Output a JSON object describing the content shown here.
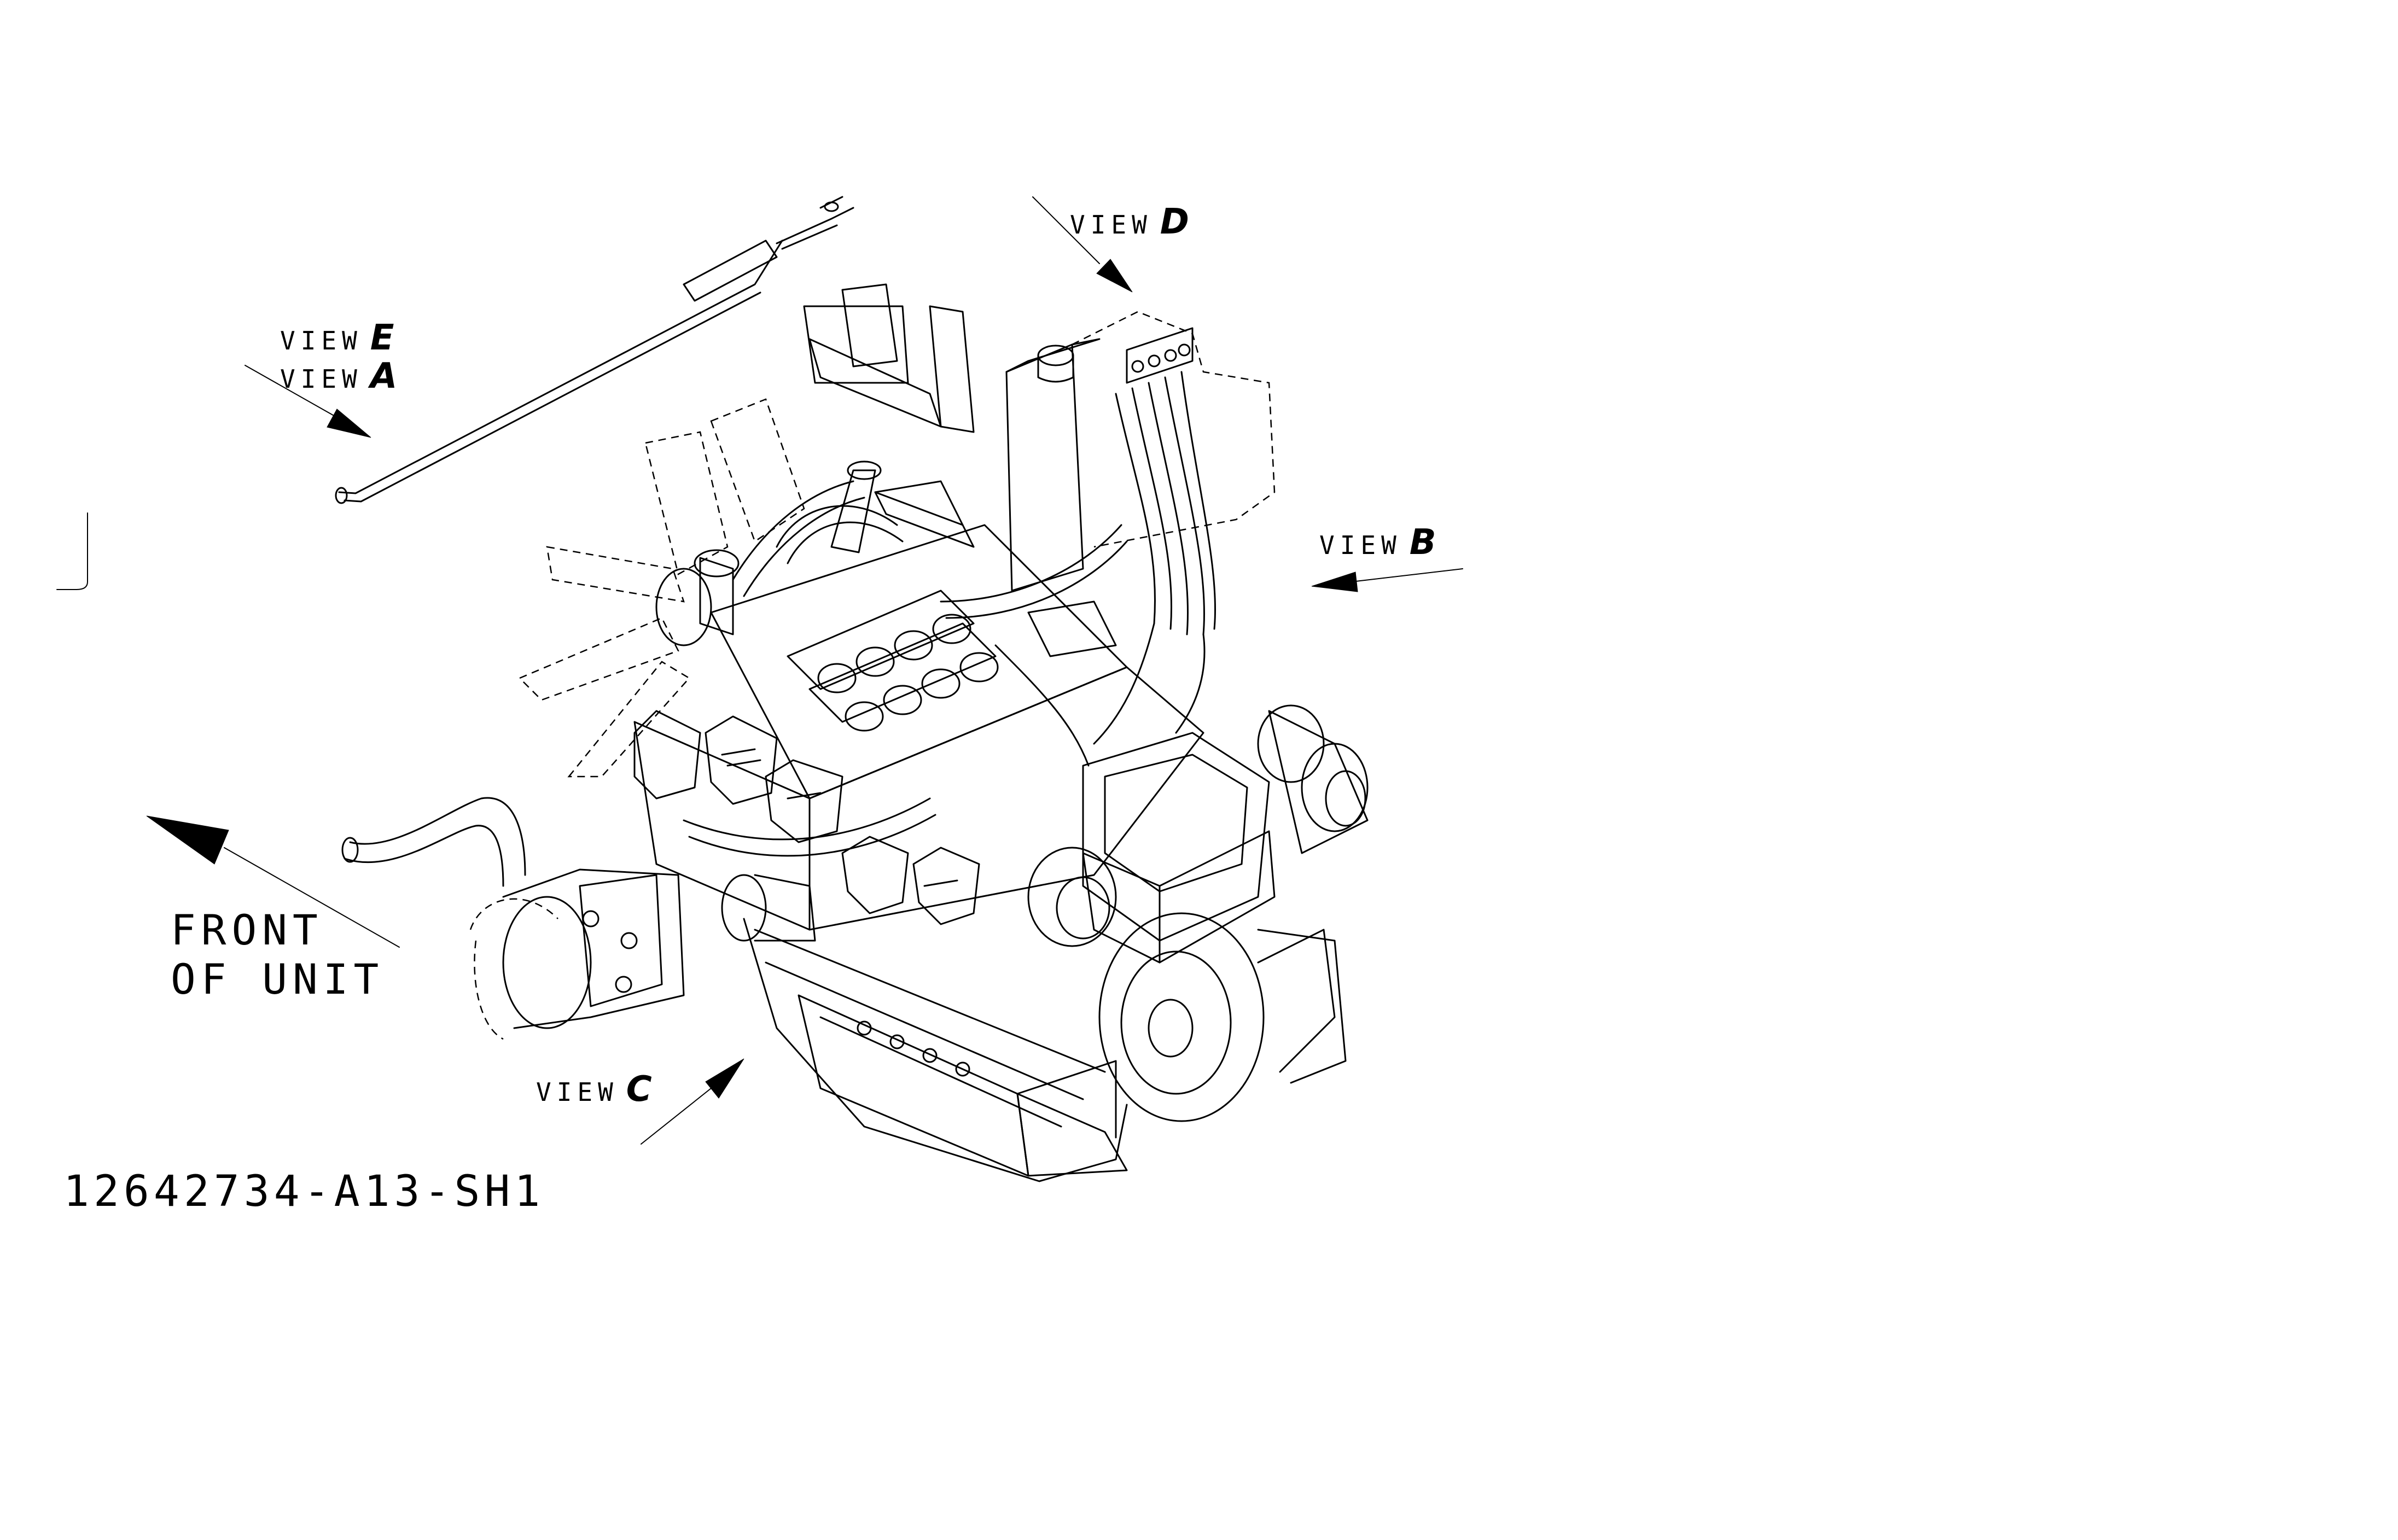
{
  "views": {
    "e": {
      "word": "VIEW",
      "letter": "E"
    },
    "a": {
      "word": "VIEW",
      "letter": "A"
    },
    "d": {
      "word": "VIEW",
      "letter": "D"
    },
    "b": {
      "word": "VIEW",
      "letter": "B"
    },
    "c": {
      "word": "VIEW",
      "letter": "C"
    }
  },
  "front_label": {
    "line1": "FRONT",
    "line2": "OF UNIT"
  },
  "drawing_number": "12642734-A13-SH1",
  "margin_mark": "J"
}
